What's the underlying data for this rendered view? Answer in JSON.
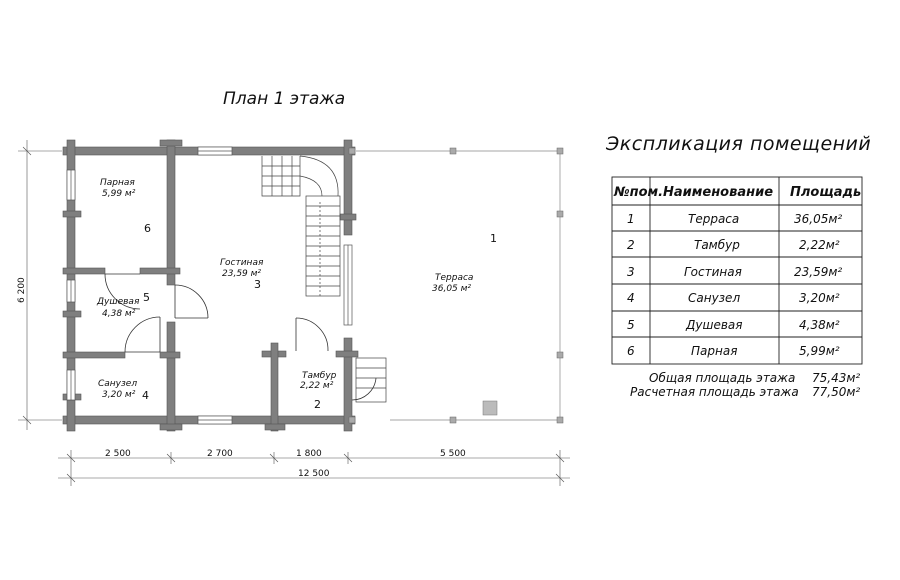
{
  "plan": {
    "title": "План 1 этажа",
    "rooms": [
      {
        "name": "Парная",
        "area": "5,99 м²",
        "num": "6"
      },
      {
        "name": "Гостиная",
        "area": "23,59 м²",
        "num": "3"
      },
      {
        "name": "Душевая",
        "area": "4,38 м²",
        "num": "5"
      },
      {
        "name": "Санузел",
        "area": "3,20 м²",
        "num": "4"
      },
      {
        "name": "Тамбур",
        "area": "2,22 м²",
        "num": "2"
      },
      {
        "name": "Терраса",
        "area": "36,05 м²",
        "num": "1"
      }
    ],
    "dims": {
      "d1": "2 500",
      "d2": "2 700",
      "d3": "1 800",
      "d4": "5 500",
      "total": "12 500",
      "height": "6 200"
    }
  },
  "explication": {
    "title": "Экспликация помещений",
    "headers": {
      "num": "№пом.",
      "name": "Наименование",
      "area": "Площадь"
    },
    "rows": [
      {
        "num": "1",
        "name": "Терраса",
        "area": "36,05м²"
      },
      {
        "num": "2",
        "name": "Тамбур",
        "area": "2,22м²"
      },
      {
        "num": "3",
        "name": "Гостиная",
        "area": "23,59м²"
      },
      {
        "num": "4",
        "name": "Санузел",
        "area": "3,20м²"
      },
      {
        "num": "5",
        "name": "Душевая",
        "area": "4,38м²"
      },
      {
        "num": "6",
        "name": "Парная",
        "area": "5,99м²"
      }
    ],
    "totals": [
      {
        "label": "Общая площадь этажа",
        "value": "75,43м²"
      },
      {
        "label": "Расчетная площадь этажа",
        "value": "77,50м²"
      }
    ]
  }
}
